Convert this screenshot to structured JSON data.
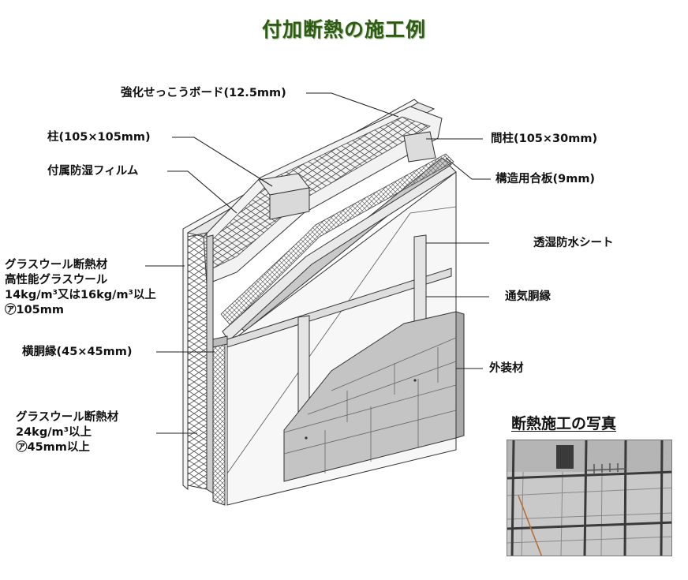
{
  "title": "付加断熱の施工例",
  "labels": {
    "gypsum_board": "強化せっこうボード(12.5mm)",
    "column": "柱(105×105mm)",
    "vapor_film": "付属防湿フィルム",
    "glasswool_main_1": "グラスウール断熱材",
    "glasswool_main_2": "高性能グラスウール",
    "glasswool_main_3": "14kg/m³又は16kg/m³以上",
    "glasswool_main_4": "㋐105mm",
    "horizontal_furring": "横胴縁(45×45mm)",
    "glasswool_add_1": "グラスウール断熱材",
    "glasswool_add_2": "24kg/m³以上",
    "glasswool_add_3": "㋐45mm以上",
    "stud": "間柱(105×30mm)",
    "structural_plywood": "構造用合板(9mm)",
    "breathable_sheet": "透湿防水シート",
    "vent_furring": "通気胴縁",
    "exterior": "外装材"
  },
  "photo": {
    "title": "断熱施工の写真"
  },
  "colors": {
    "title_green": "#2e5c14",
    "insulation_gray": "#d6d6d6",
    "exterior_siding": "#c4c4c4"
  }
}
